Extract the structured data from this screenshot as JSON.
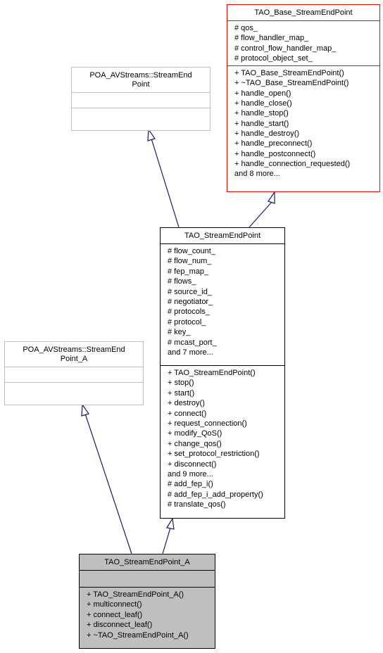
{
  "nodes": {
    "poa_se": {
      "title": "POA_AVStreams::StreamEnd\nPoint",
      "attributes": [],
      "methods": []
    },
    "tao_base": {
      "title": "TAO_Base_StreamEndPoint",
      "attributes": [
        "# qos_",
        "# flow_handler_map_",
        "# control_flow_handler_map_",
        "# protocol_object_set_"
      ],
      "methods": [
        "+ TAO_Base_StreamEndPoint()",
        "+ ~TAO_Base_StreamEndPoint()",
        "+ handle_open()",
        "+ handle_close()",
        "+ handle_stop()",
        "+ handle_start()",
        "+ handle_destroy()",
        "+ handle_preconnect()",
        "+ handle_postconnect()",
        "+ handle_connection_requested()",
        "and 8 more..."
      ]
    },
    "tao_se": {
      "title": "TAO_StreamEndPoint",
      "attributes": [
        "# flow_count_",
        "# flow_num_",
        "# fep_map_",
        "# flows_",
        "# source_id_",
        "# negotiator_",
        "# protocols_",
        "# protocol_",
        "# key_",
        "# mcast_port_",
        "and 7 more..."
      ],
      "methods": [
        "+ TAO_StreamEndPoint()",
        "+ stop()",
        "+ start()",
        "+ destroy()",
        "+ connect()",
        "+ request_connection()",
        "+ modify_QoS()",
        "+ change_qos()",
        "+ set_protocol_restriction()",
        "+ disconnect()",
        "and 9 more...",
        "# add_fep_i()",
        "# add_fep_i_add_property()",
        "# translate_qos()"
      ]
    },
    "poa_se_a": {
      "title": "POA_AVStreams::StreamEnd\nPoint_A",
      "attributes": [],
      "methods": []
    },
    "tao_se_a": {
      "title": "TAO_StreamEndPoint_A",
      "attributes": [],
      "methods": [
        "+ TAO_StreamEndPoint_A()",
        "+ multiconnect()",
        "+ connect_leaf()",
        "+ disconnect_leaf()",
        "+ ~TAO_StreamEndPoint_A()"
      ]
    }
  },
  "colors": {
    "edge": "#191970",
    "external_border": "#bfbfbf",
    "base_border": "#ff0000",
    "focus_fill": "#bfbfbf"
  }
}
